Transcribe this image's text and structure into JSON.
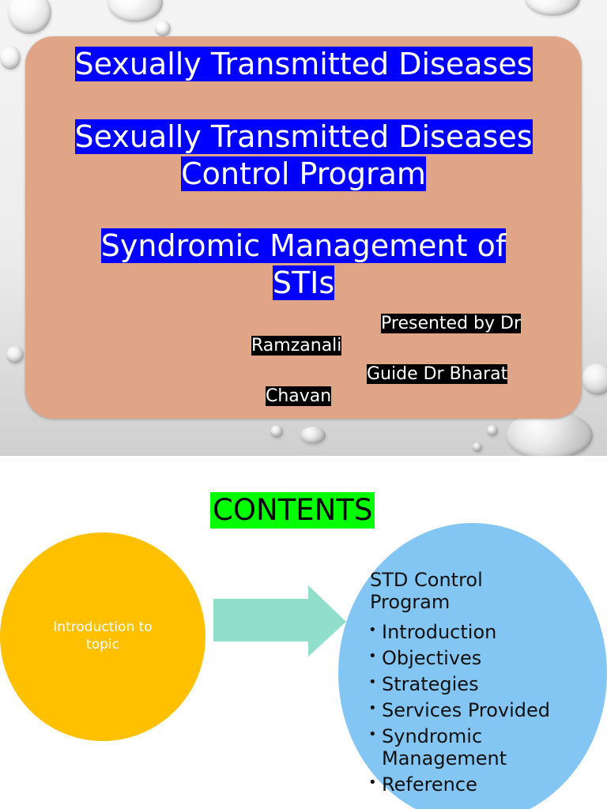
{
  "slide1": {
    "title_line1": "Sexually Transmitted Diseases",
    "title_line2": "Sexually Transmitted Diseases",
    "title_line3": "Control Program",
    "title_line4": "Syndromic Management of",
    "title_line5": "STIs",
    "presenter_line1": "Presented by Dr",
    "presenter_line2": "Ramzanali",
    "guide_line1": "Guide Dr Bharat",
    "guide_line2": "Chavan"
  },
  "slide2": {
    "title": "CONTENTS",
    "left_circle_text_line1": "Introduction to",
    "left_circle_text_line2": "topic",
    "right_heading_line1": "STD Control",
    "right_heading_line2": "Program",
    "bullets": [
      {
        "line1": "Introduction"
      },
      {
        "line1": "Objectives"
      },
      {
        "line1": "Strategies"
      },
      {
        "line1": "Services Provided"
      },
      {
        "line1": "Syndromic",
        "line2": "Management"
      },
      {
        "line1": "Reference"
      }
    ],
    "bullet_glyph": "•"
  },
  "colors": {
    "title_highlight": "#0000ff",
    "presenter_highlight": "#000000",
    "panel": "#e0a486",
    "contents_highlight": "#00ff00",
    "left_circle": "#ffc000",
    "arrow": "#91dfcb",
    "right_ellipse": "#84c6f3"
  }
}
